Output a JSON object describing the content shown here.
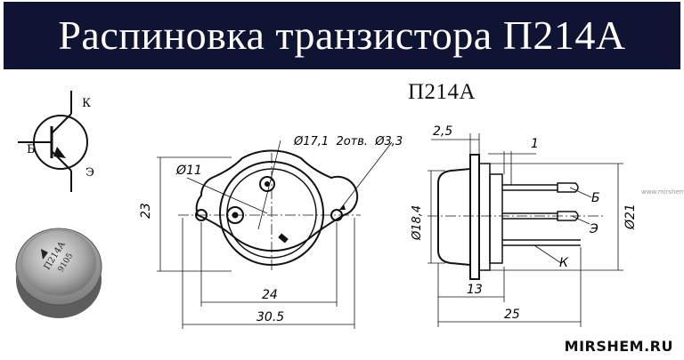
{
  "header": {
    "title": "Распиновка транзистора П214А"
  },
  "drawing_title": "П214А",
  "symbol": {
    "collector": "К",
    "base": "Б",
    "emitter": "Э"
  },
  "photo": {
    "marking_line1": "П214А",
    "marking_line2": "9105"
  },
  "front_view": {
    "dim_d11": "Ø11",
    "dim_holes": "Ø17,1  2отв.  Ø3,3",
    "dim_23": "23",
    "dim_24": "24",
    "dim_30_5": "30.5"
  },
  "side_view": {
    "dim_2_5": "2,5",
    "dim_1": "1",
    "dim_d18_4": "Ø18,4",
    "dim_d21": "Ø21",
    "dim_13": "13",
    "dim_25": "25",
    "pin_b": "Б",
    "pin_e": "Э",
    "pin_k": "К"
  },
  "footer": {
    "site": "MIRSHEM.RU",
    "watermark": "www.mirshem.ru"
  }
}
